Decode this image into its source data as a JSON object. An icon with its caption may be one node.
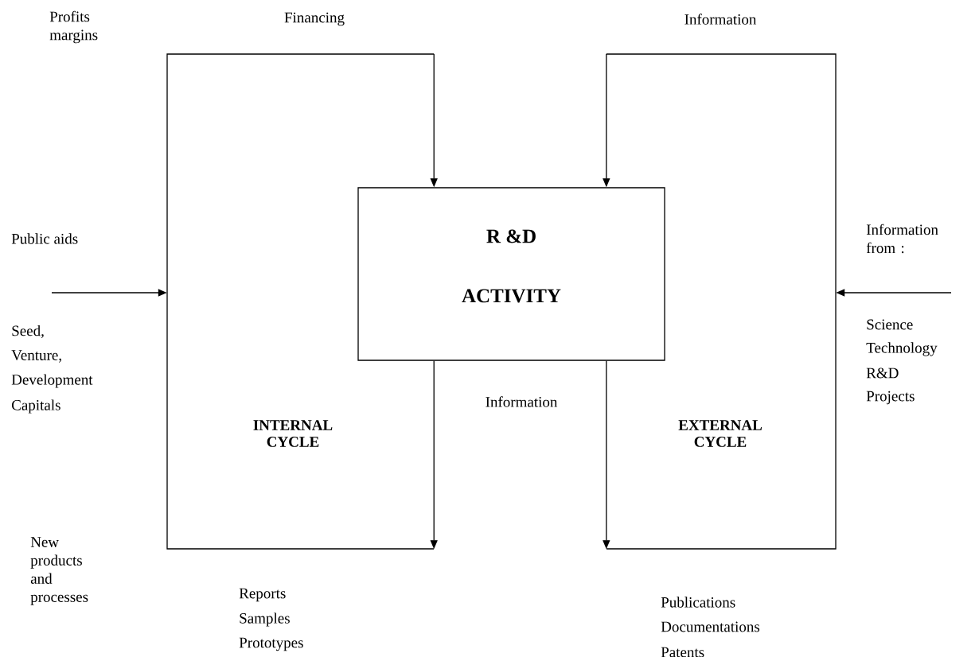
{
  "diagram": {
    "nodes": [
      {
        "text": [
          "R &D",
          "ACTIVITY"
        ]
      },
      {
        "text": [
          "INTERNAL CYCLE"
        ]
      },
      {
        "text": [
          "EXTERNAL CYCLE"
        ]
      }
    ],
    "edges": [
      {
        "from": 1,
        "to": 0,
        "arrow": "to"
      },
      {
        "from": 2,
        "to": 0,
        "arrow": "to"
      },
      {
        "from": 0,
        "to": 1,
        "arrow": "to"
      },
      {
        "from": 0,
        "to": 2,
        "arrow": "to"
      },
      {
        "from": null,
        "to": 1,
        "arrow": "to"
      },
      {
        "from": null,
        "to": 2,
        "arrow": "to"
      }
    ],
    "labels": [
      "Profits margins",
      "Financing",
      "Information",
      "Public aids",
      "Information from :",
      "Seed,",
      "Venture,",
      "Development",
      "Capitals",
      "Science",
      "Technology",
      "R&D",
      "Projects",
      "Information",
      "New products and processes",
      "Reports",
      "Samples",
      "Prototypes",
      "Publications",
      "Documentations",
      "Patents"
    ]
  }
}
